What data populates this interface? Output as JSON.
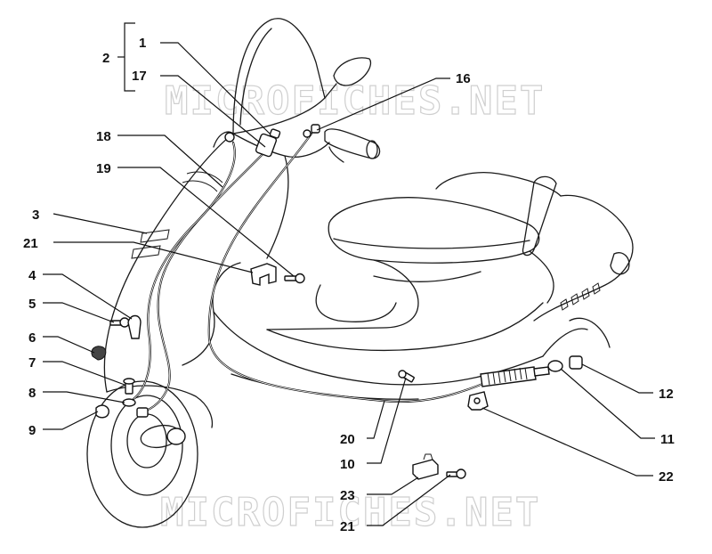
{
  "watermark": {
    "text": "MICROFICHES.NET"
  },
  "callouts": {
    "c1": "1",
    "c2": "2",
    "c3": "3",
    "c4": "4",
    "c5": "5",
    "c6": "6",
    "c7": "7",
    "c8": "8",
    "c9": "9",
    "c10": "10",
    "c11": "11",
    "c12": "12",
    "c16": "16",
    "c17": "17",
    "c18": "18",
    "c19": "19",
    "c20": "20",
    "c21a": "21",
    "c21b": "21",
    "c22": "22",
    "c23": "23"
  }
}
